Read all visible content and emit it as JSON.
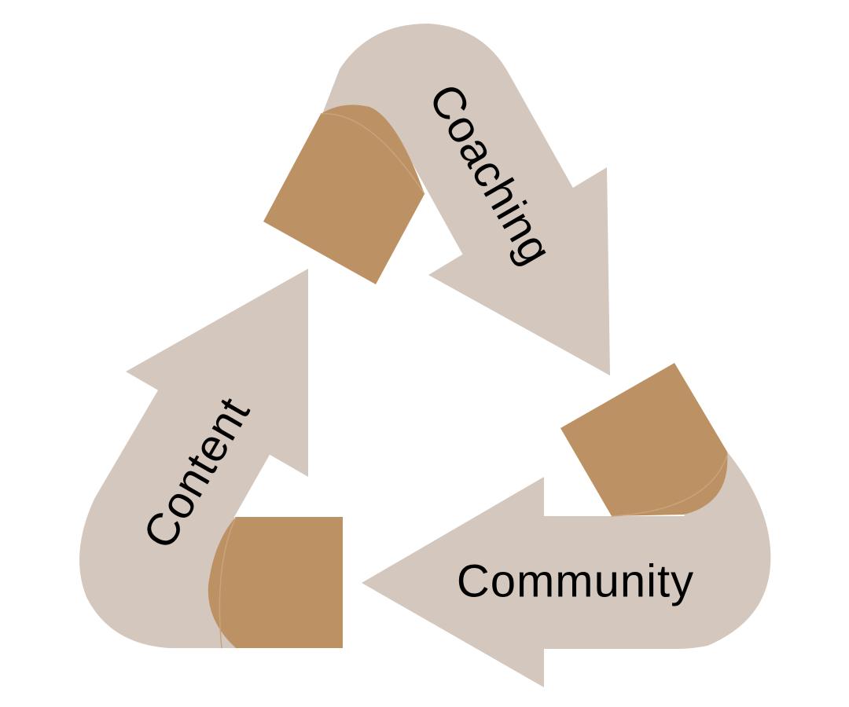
{
  "diagram": {
    "type": "cycle",
    "colors": {
      "arrow_fill": "#d4c7bd",
      "fold_fill": "#bc9265",
      "fold_edge": "#c9a37c",
      "text": "#000000",
      "background": "#ffffff"
    },
    "arrows": [
      {
        "id": "coaching",
        "label": "Coaching",
        "direction": "top-to-right"
      },
      {
        "id": "community",
        "label": "Community",
        "direction": "right-to-left"
      },
      {
        "id": "content",
        "label": "Content",
        "direction": "left-to-top"
      }
    ]
  }
}
